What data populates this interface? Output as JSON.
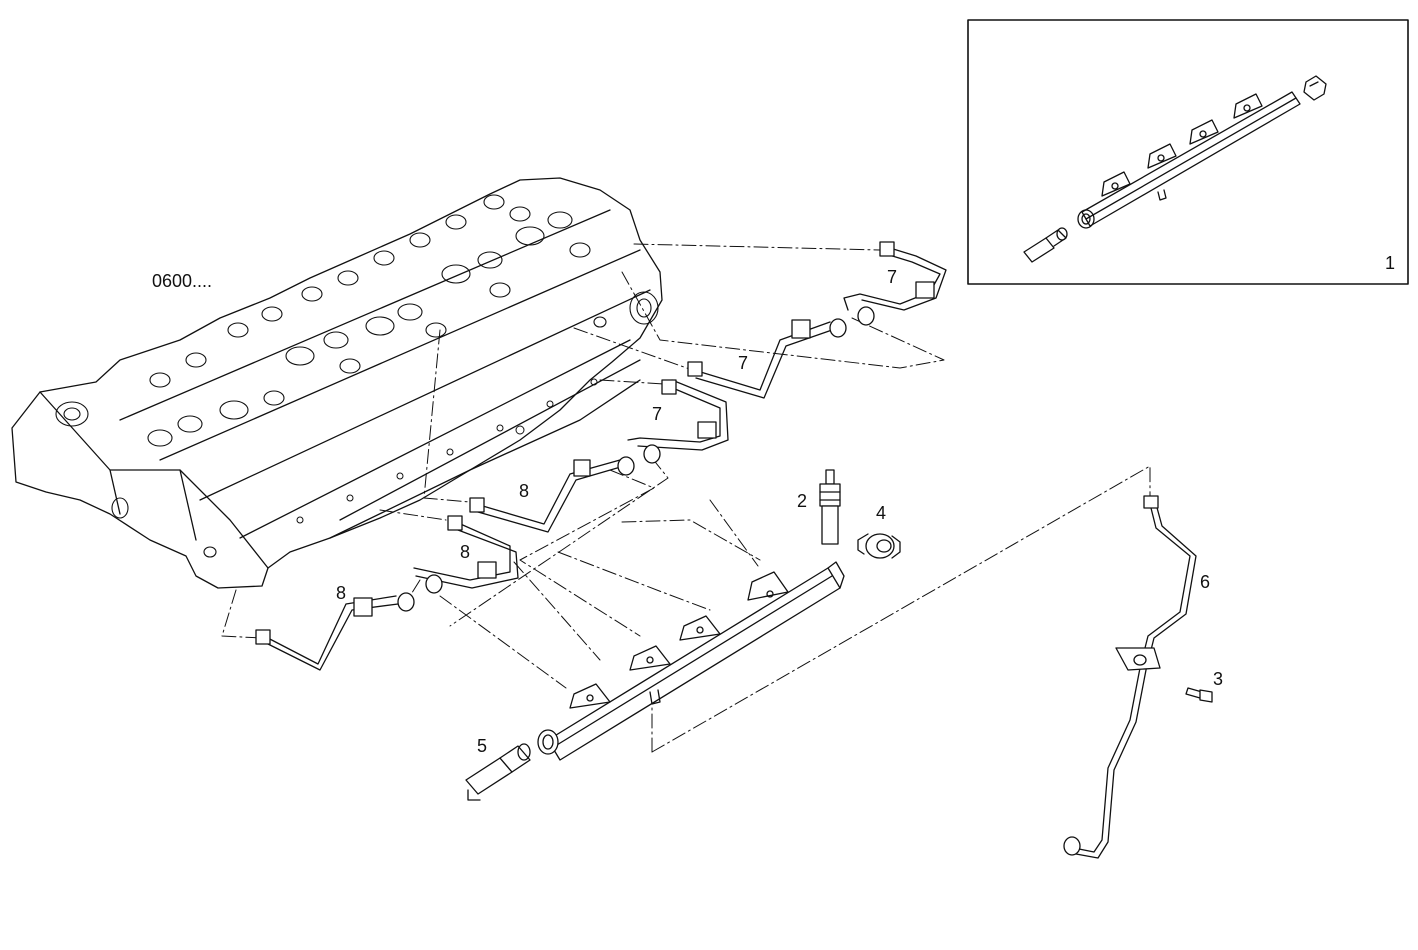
{
  "diagram": {
    "reference_label": "0600....",
    "inset_label": "1",
    "callouts": {
      "p2": "2",
      "p3": "3",
      "p4": "4",
      "p5": "5",
      "p6": "6",
      "p7a": "7",
      "p7b": "7",
      "p7c": "7",
      "p8a": "8",
      "p8b": "8",
      "p8c": "8"
    }
  }
}
